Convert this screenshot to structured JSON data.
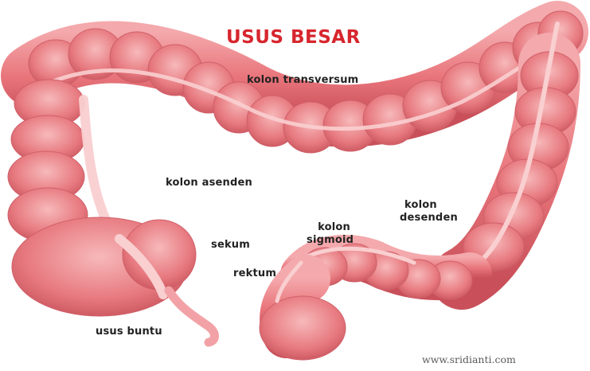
{
  "title": "USUS BESAR",
  "labels": {
    "kolon_transversum": "kolon transversum",
    "kolon_asenden": "kolon asenden",
    "kolon_sigmoid_1": "kolon",
    "kolon_sigmoid_2": "sigmoid",
    "kolon_desenden_1": "kolon",
    "kolon_desenden_2": "desenden",
    "sekum": "sekum",
    "rektum": "rektum",
    "usus_buntu": "usus buntu"
  },
  "watermark": "www.sridianti.com",
  "colors": {
    "title": "#d7262e",
    "tissue": "#e8747a",
    "tissue_light": "#f6b3b4",
    "tissue_dark": "#c9505a",
    "vessel": "#f9cfd0"
  }
}
